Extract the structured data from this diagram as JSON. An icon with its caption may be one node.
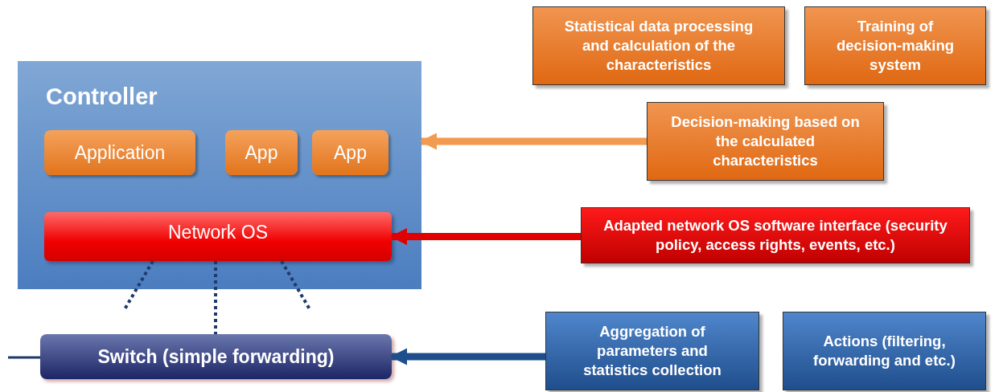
{
  "diagram": {
    "nodes": [
      {
        "text": [
          "Controller"
        ]
      },
      {
        "text": [
          "Application"
        ],
        "in": 0
      },
      {
        "text": [
          "App"
        ],
        "in": 0
      },
      {
        "text": [
          "App"
        ],
        "in": 0
      },
      {
        "text": [
          "Network OS"
        ],
        "in": 0
      },
      {
        "text": [
          "Switch (simple forwarding)"
        ]
      },
      {
        "text": [
          "Statistical data processing and calculation of the characteristics"
        ]
      },
      {
        "text": [
          "Training of decision-making system"
        ]
      },
      {
        "text": [
          "Decision-making based on the calculated characteristics"
        ]
      },
      {
        "text": [
          "Adapted network OS software interface (security policy, access rights, events, etc.)"
        ]
      },
      {
        "text": [
          "Aggregation of parameters and statistics collection"
        ]
      },
      {
        "text": [
          "Actions (filtering, forwarding and etc.)"
        ]
      }
    ],
    "edges": [
      {
        "from": 8,
        "to": 0,
        "arrow": "to",
        "style": "thick",
        "color": "#f29a50"
      },
      {
        "from": 9,
        "to": 4,
        "arrow": "to",
        "style": "thick",
        "color": "#e00000"
      },
      {
        "from": 10,
        "to": 5,
        "arrow": "to",
        "style": "thick",
        "color": "#1f4e8c"
      },
      {
        "from": 4,
        "to": 5,
        "arrow": "none",
        "style": "dashed",
        "color": "#1f3a6a"
      },
      {
        "from": 4,
        "to": null,
        "arrow": "none",
        "style": "dashed",
        "color": "#1f3a6a"
      },
      {
        "from": 4,
        "to": null,
        "arrow": "none",
        "style": "dashed",
        "color": "#1f3a6a"
      }
    ]
  }
}
